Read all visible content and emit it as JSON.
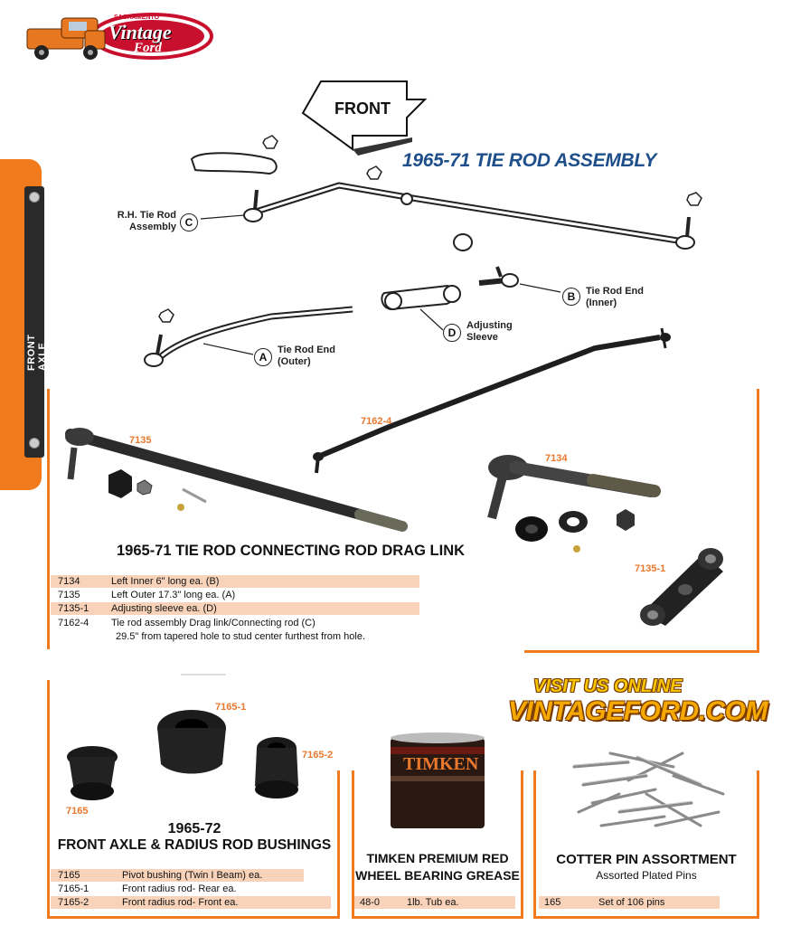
{
  "logo": {
    "top_text": "SACRAMENTO",
    "main_text": "Vintage",
    "sub_text": "Ford"
  },
  "sidetab": {
    "label": "FRONT AXLE"
  },
  "diagram": {
    "front_label": "FRONT",
    "title": "1965-71 TIE ROD ASSEMBLY",
    "callouts": {
      "c": {
        "letter": "C",
        "line1": "R.H. Tie Rod",
        "line2": "Assembly"
      },
      "b": {
        "letter": "B",
        "line1": "Tie Rod End",
        "line2": "(Inner)"
      },
      "d": {
        "letter": "D",
        "line1": "Adjusting",
        "line2": "Sleeve"
      },
      "a": {
        "letter": "A",
        "line1": "Tie Rod End",
        "line2": "(Outer)"
      }
    }
  },
  "tie_rod_section": {
    "photo_labels": {
      "p7135": "7135",
      "p7162_4": "7162-4",
      "p7134": "7134",
      "p7135_1": "7135-1"
    },
    "title": "1965-71 TIE ROD CONNECTING ROD DRAG LINK",
    "rows": [
      {
        "code": "7134",
        "desc": "Left Inner 6\" long ea. (B)"
      },
      {
        "code": "7135",
        "desc": "Left Outer 17.3\" long ea. (A)"
      },
      {
        "code": "7135-1",
        "desc": "Adjusting sleeve ea. (D)"
      },
      {
        "code": "7162-4",
        "desc": "Tie rod assembly Drag link/Connecting rod (C)"
      }
    ],
    "note": "29.5\" from tapered hole to stud center furthest from hole."
  },
  "promo": {
    "line1": "VISIT US ONLINE",
    "line2": "VINTAGEFORD.COM"
  },
  "bushings": {
    "photo_labels": {
      "p7165": "7165",
      "p7165_1": "7165-1",
      "p7165_2": "7165-2"
    },
    "title_line1": "1965-72",
    "title_line2": "FRONT AXLE & RADIUS ROD BUSHINGS",
    "rows": [
      {
        "code": "7165",
        "desc": "Pivot bushing (Twin I Beam) ea."
      },
      {
        "code": "7165-1",
        "desc": "Front radius rod- Rear ea."
      },
      {
        "code": "7165-2",
        "desc": "Front radius rod- Front ea."
      }
    ]
  },
  "grease": {
    "can_label": "TIMKEN",
    "title_line1": "TIMKEN PREMIUM RED",
    "title_line2": "WHEEL BEARING GREASE",
    "row": {
      "code": "48-0",
      "desc": "1lb. Tub ea."
    }
  },
  "cotter": {
    "title": "COTTER PIN ASSORTMENT",
    "subtitle": "Assorted Plated Pins",
    "row": {
      "code": "165",
      "desc": "Set of 106 pins"
    }
  },
  "colors": {
    "accent": "#f07a1c",
    "highlight": "#f8d3b9",
    "title_blue": "#1f4f8a",
    "part_number": "#e8782c"
  }
}
